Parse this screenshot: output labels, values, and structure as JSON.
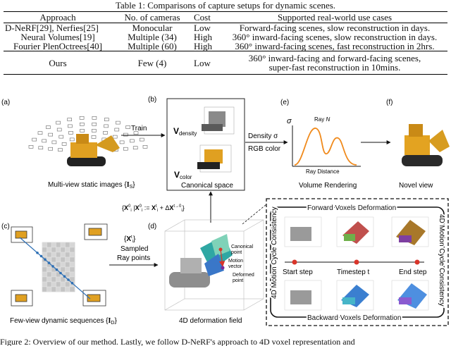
{
  "table": {
    "caption": "Table 1: Comparisons of capture setups for dynamic scenes.",
    "headers": [
      "Approach",
      "No. of cameras",
      "Cost",
      "Supported real-world use cases"
    ],
    "rows": [
      [
        "D-NeRF[29], Nerfies[25]",
        "Monocular",
        "Low",
        "Forward-facing scenes, slow reconstruction in days."
      ],
      [
        "Neural Volumes[19]",
        "Multiple (34)",
        "High",
        "360° inward-facing scenes, slow reconstruction in days."
      ],
      [
        "Fourier PlenOctrees[40]",
        "Multiple (60)",
        "High",
        "360° inward-facing scenes, fast reconstruction in 2hrs."
      ],
      [
        "Ours",
        "Few (4)",
        "Low",
        "360° inward-facing and forward-facing scenes,",
        "super-fast reconstruction in 10mins."
      ]
    ]
  },
  "figure": {
    "panels": {
      "a_tag": "(a)",
      "a_caption": "Multi-view static images {I_S}",
      "b_tag": "(b)",
      "b_density": "V_density",
      "b_color": "V_color",
      "b_caption": "Canonical space",
      "e_tag": "(e)",
      "e_ray": "Ray N",
      "e_sigma": "σ",
      "e_xlabel": "Ray Distance",
      "e_caption": "Volume Rendering",
      "f_tag": "(f)",
      "f_caption": "Novel view",
      "c_tag": "(c)",
      "c_caption": "Few-view dynamic sequences {I_D}",
      "d_tag": "(d)",
      "d_caption": "4D deformation field",
      "d_canonical": "Canonical point",
      "d_motion": "Motion vector",
      "d_deformed": "Deformed point"
    },
    "arrows": {
      "train": "Train",
      "density": "Density σ",
      "rgb": "RGB color",
      "sampled": "Sampled",
      "raypoints": "Ray points",
      "sampled_set": "{X_i^t}",
      "canon_set": "{X_i^0 | X_i^0 := X_i^t + ΔX_i^{t→0}}"
    },
    "cycle": {
      "forward": "Forward Voxels Deformation",
      "backward": "Backward Voxels Deformation",
      "left": "4D Motion Cycle Consistency",
      "right": "4D Motion Cycle Consistency",
      "start": "Start step",
      "timestep": "Timestep t",
      "end": "End step"
    }
  },
  "footer": "Figure 2: Overview of our method. Lastly, we follow D-NeRF's approach to 4D voxel representation and"
}
